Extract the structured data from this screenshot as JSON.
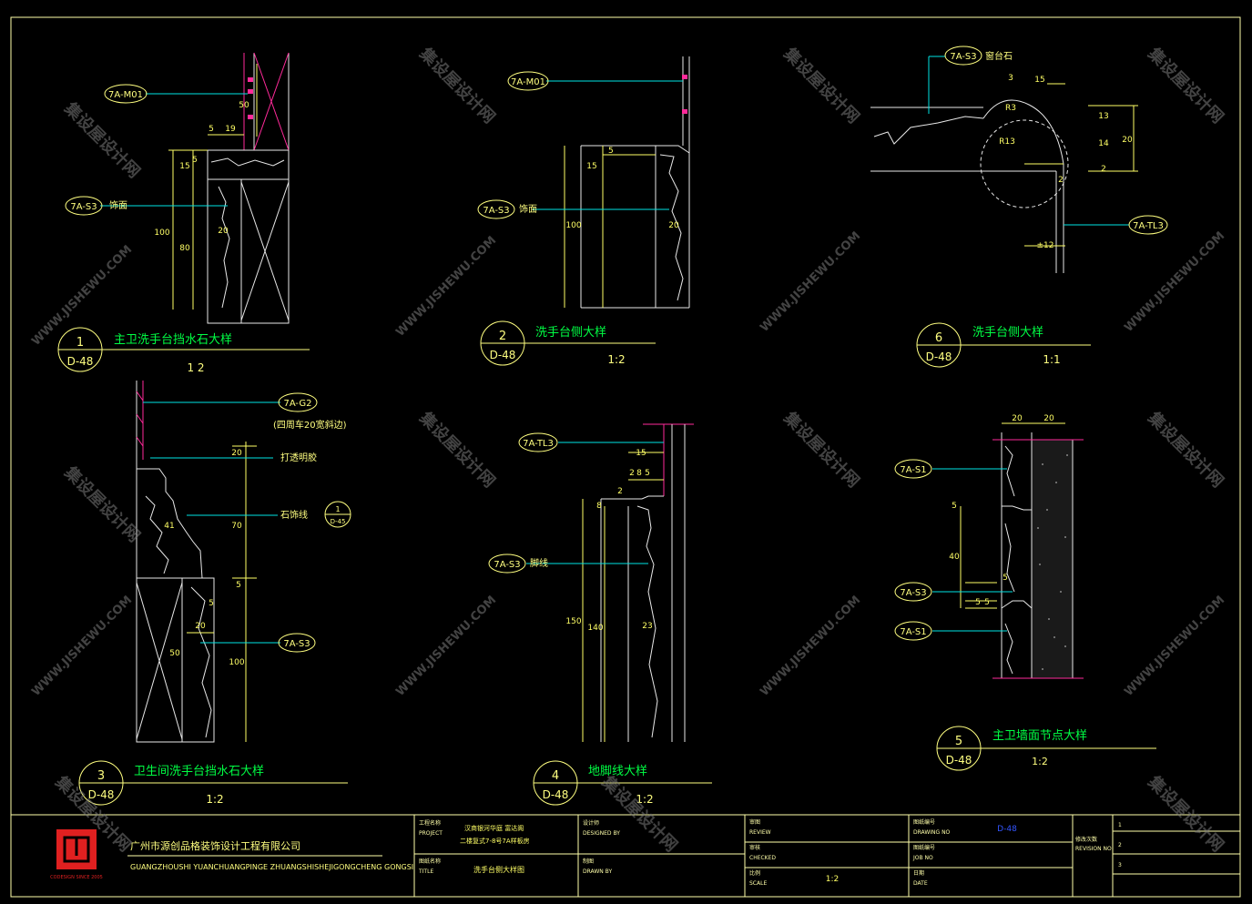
{
  "colors": {
    "background": "#000000",
    "frame": "#ffffaa",
    "detail": "#e8e8e8",
    "dim": "#ffff66",
    "leader": "#00e5e5",
    "title_text": "#00ff44",
    "label_oval": "#ffff80",
    "hatch": "#ff2a9a",
    "logo": "#e02020",
    "revision": "#3355ff",
    "watermark": "#7a7a7a"
  },
  "details": [
    {
      "id": "d1",
      "number": "1",
      "sheet": "D-48",
      "title": "主卫洗手台挡水石大样",
      "scale": "1 2",
      "tags": [
        "7A-M01",
        "7A-S3"
      ],
      "notes": [
        "饰面"
      ],
      "dims": [
        "50",
        "5",
        "19",
        "15",
        "5",
        "100",
        "80",
        "20"
      ]
    },
    {
      "id": "d2",
      "number": "2",
      "sheet": "D-48",
      "title": "洗手台侧大样",
      "scale": "1:2",
      "tags": [
        "7A-M01",
        "7A-S3"
      ],
      "notes": [
        "饰面"
      ],
      "dims": [
        "5",
        "15",
        "100",
        "20"
      ]
    },
    {
      "id": "d6",
      "number": "6",
      "sheet": "D-48",
      "title": "洗手台侧大样",
      "scale": "1:1",
      "tags": [
        "7A-S3",
        "7A-TL3"
      ],
      "notes": [
        "窗台石"
      ],
      "dims": [
        "3",
        "15",
        "R3",
        "R13",
        "13",
        "14",
        "20",
        "2",
        "2",
        "±12"
      ]
    },
    {
      "id": "d3",
      "number": "3",
      "sheet": "D-48",
      "title": "卫生间洗手台挡水石大样",
      "scale": "1:2",
      "tags": [
        "7A-G2",
        "7A-S3"
      ],
      "notes": [
        "(四周车20宽斜边)",
        "打透明胶",
        "石饰线"
      ],
      "callout": {
        "number": "1",
        "sheet": "D-45"
      },
      "dims": [
        "20",
        "41",
        "70",
        "5",
        "5",
        "20",
        "50",
        "100"
      ]
    },
    {
      "id": "d4",
      "number": "4",
      "sheet": "D-48",
      "title": "地脚线大样",
      "scale": "1:2",
      "tags": [
        "7A-TL3",
        "7A-S3"
      ],
      "notes": [
        "脚线"
      ],
      "dims": [
        "15",
        "2",
        "8",
        "5",
        "8",
        "2",
        "150",
        "140",
        "23"
      ]
    },
    {
      "id": "d5",
      "number": "5",
      "sheet": "D-48",
      "title": "主卫墙面节点大样",
      "scale": "1:2",
      "tags": [
        "7A-S1",
        "7A-S3",
        "7A-S1"
      ],
      "notes": [],
      "dims": [
        "20",
        "20",
        "5",
        "40",
        "5",
        "5",
        "5"
      ]
    }
  ],
  "title_block": {
    "company_cn": "广州市源创品格装饰设计工程有限公司",
    "company_en": "GUANGZHOUSHI YUANCHUANGPINGE ZHUANGSHISHEJIGONGCHENG   GONGSI",
    "logo_caption": "CODESIGN SINCE 2005",
    "project_label_cn": "工程名称",
    "project_label_en": "PROJECT",
    "project_name_1": "汉商银河华庭 富达阁",
    "project_name_2": "二楼复式7-8号7A样板房",
    "title_label_cn": "图纸名称",
    "title_label_en": "TITLE",
    "title_value": "洗手台侧大样图",
    "designed_label_cn": "设计师",
    "designed_label_en": "DESIGNED BY",
    "drawn_label_cn": "制图",
    "drawn_label_en": "DRAWN BY",
    "review_label_cn": "审图",
    "review_label_en": "REVIEW",
    "check_label_cn": "审核",
    "check_label_en": "CHECKED",
    "scale_label_cn": "比例",
    "scale_label_en": "SCALE",
    "scale_value": "1:2",
    "drawing_no_label_cn": "图纸编号",
    "drawing_no_label_en": "DRAWING NO",
    "drawing_no_value": "D-48",
    "job_no_label_cn": "图纸编号",
    "job_no_label_en": "JOB NO",
    "date_label_cn": "日期",
    "date_label_en": "DATE",
    "revision_label_cn": "修改次数",
    "revision_label_en": "REVISION NO",
    "revisions": [
      "1",
      "2",
      "3"
    ]
  },
  "watermark": {
    "cn": "集设屋设计网",
    "en": "WWW.JISHEWU.COM"
  }
}
